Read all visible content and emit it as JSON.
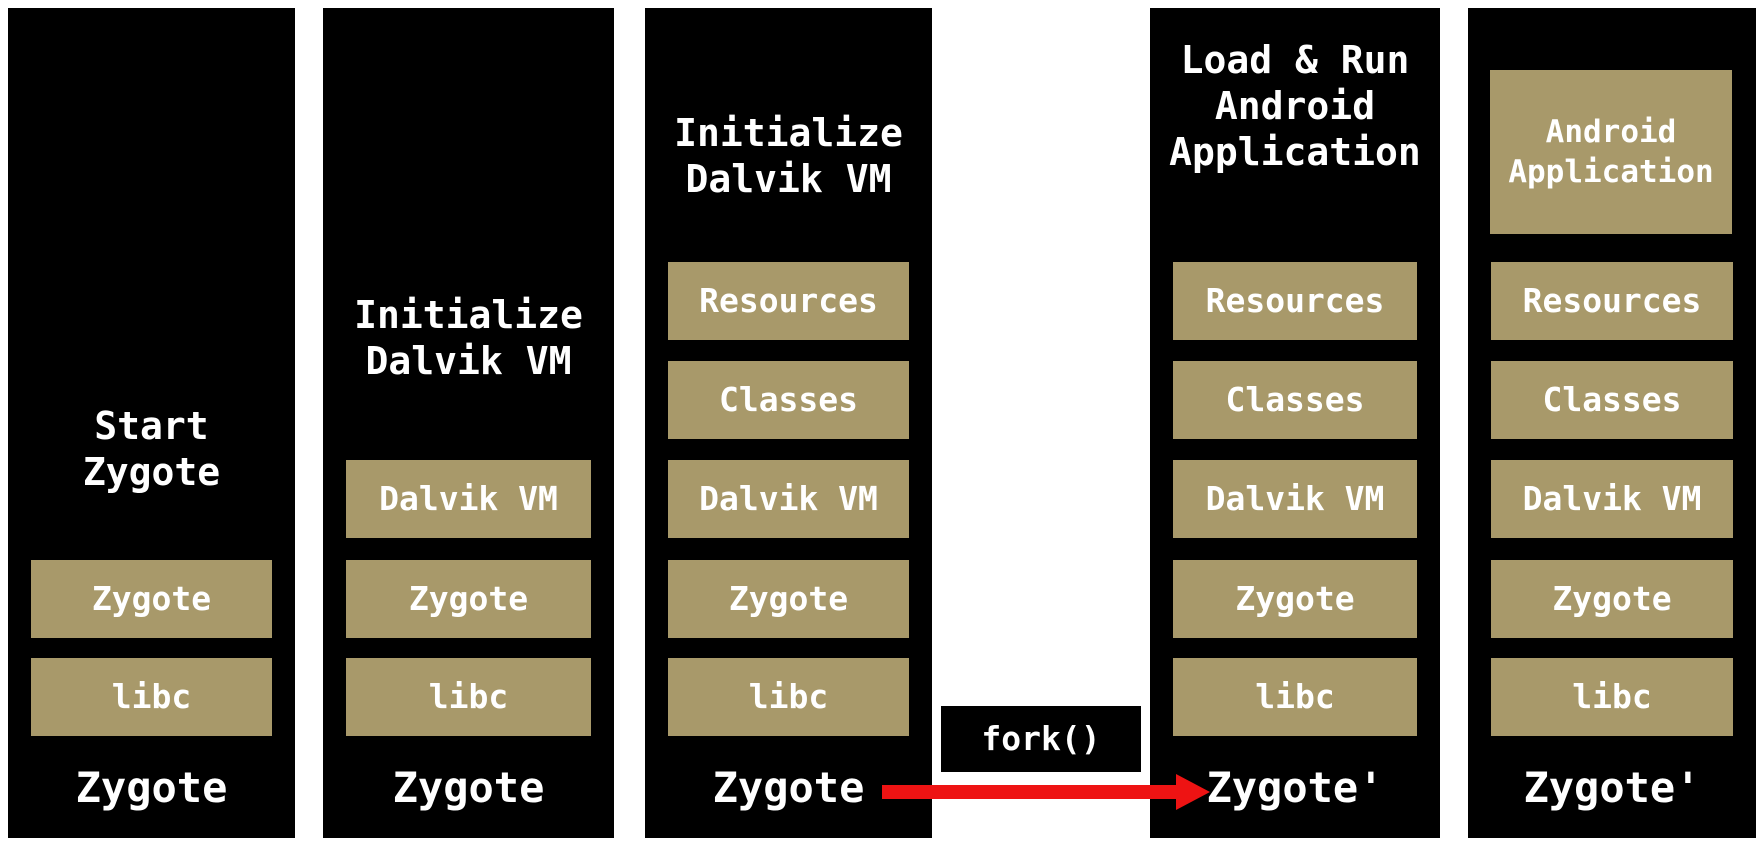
{
  "colors": {
    "page_background": "#ffffff",
    "column_background": "#000000",
    "box_background": "#a8996a",
    "text": "#ffffff",
    "arrow_red": "#ee1313"
  },
  "columns": [
    {
      "title_lines": [
        "Start",
        "Zygote"
      ],
      "boxes": [
        "Zygote",
        "libc"
      ],
      "bottom_label": "Zygote"
    },
    {
      "title_lines": [
        "Initialize",
        "Dalvik VM"
      ],
      "boxes": [
        "Dalvik VM",
        "Zygote",
        "libc"
      ],
      "bottom_label": "Zygote"
    },
    {
      "title_lines": [
        "Initialize",
        "Dalvik VM"
      ],
      "boxes": [
        "Resources",
        "Classes",
        "Dalvik VM",
        "Zygote",
        "libc"
      ],
      "bottom_label": "Zygote"
    },
    {
      "title_lines": [
        "Load & Run",
        "Android",
        "Application"
      ],
      "boxes": [
        "Resources",
        "Classes",
        "Dalvik VM",
        "Zygote",
        "libc"
      ],
      "bottom_label": "Zygote'"
    },
    {
      "top_box_lines": [
        "Android",
        "Application"
      ],
      "boxes": [
        "Resources",
        "Classes",
        "Dalvik VM",
        "Zygote",
        "libc"
      ],
      "bottom_label": "Zygote'"
    }
  ],
  "fork_label": "fork()"
}
